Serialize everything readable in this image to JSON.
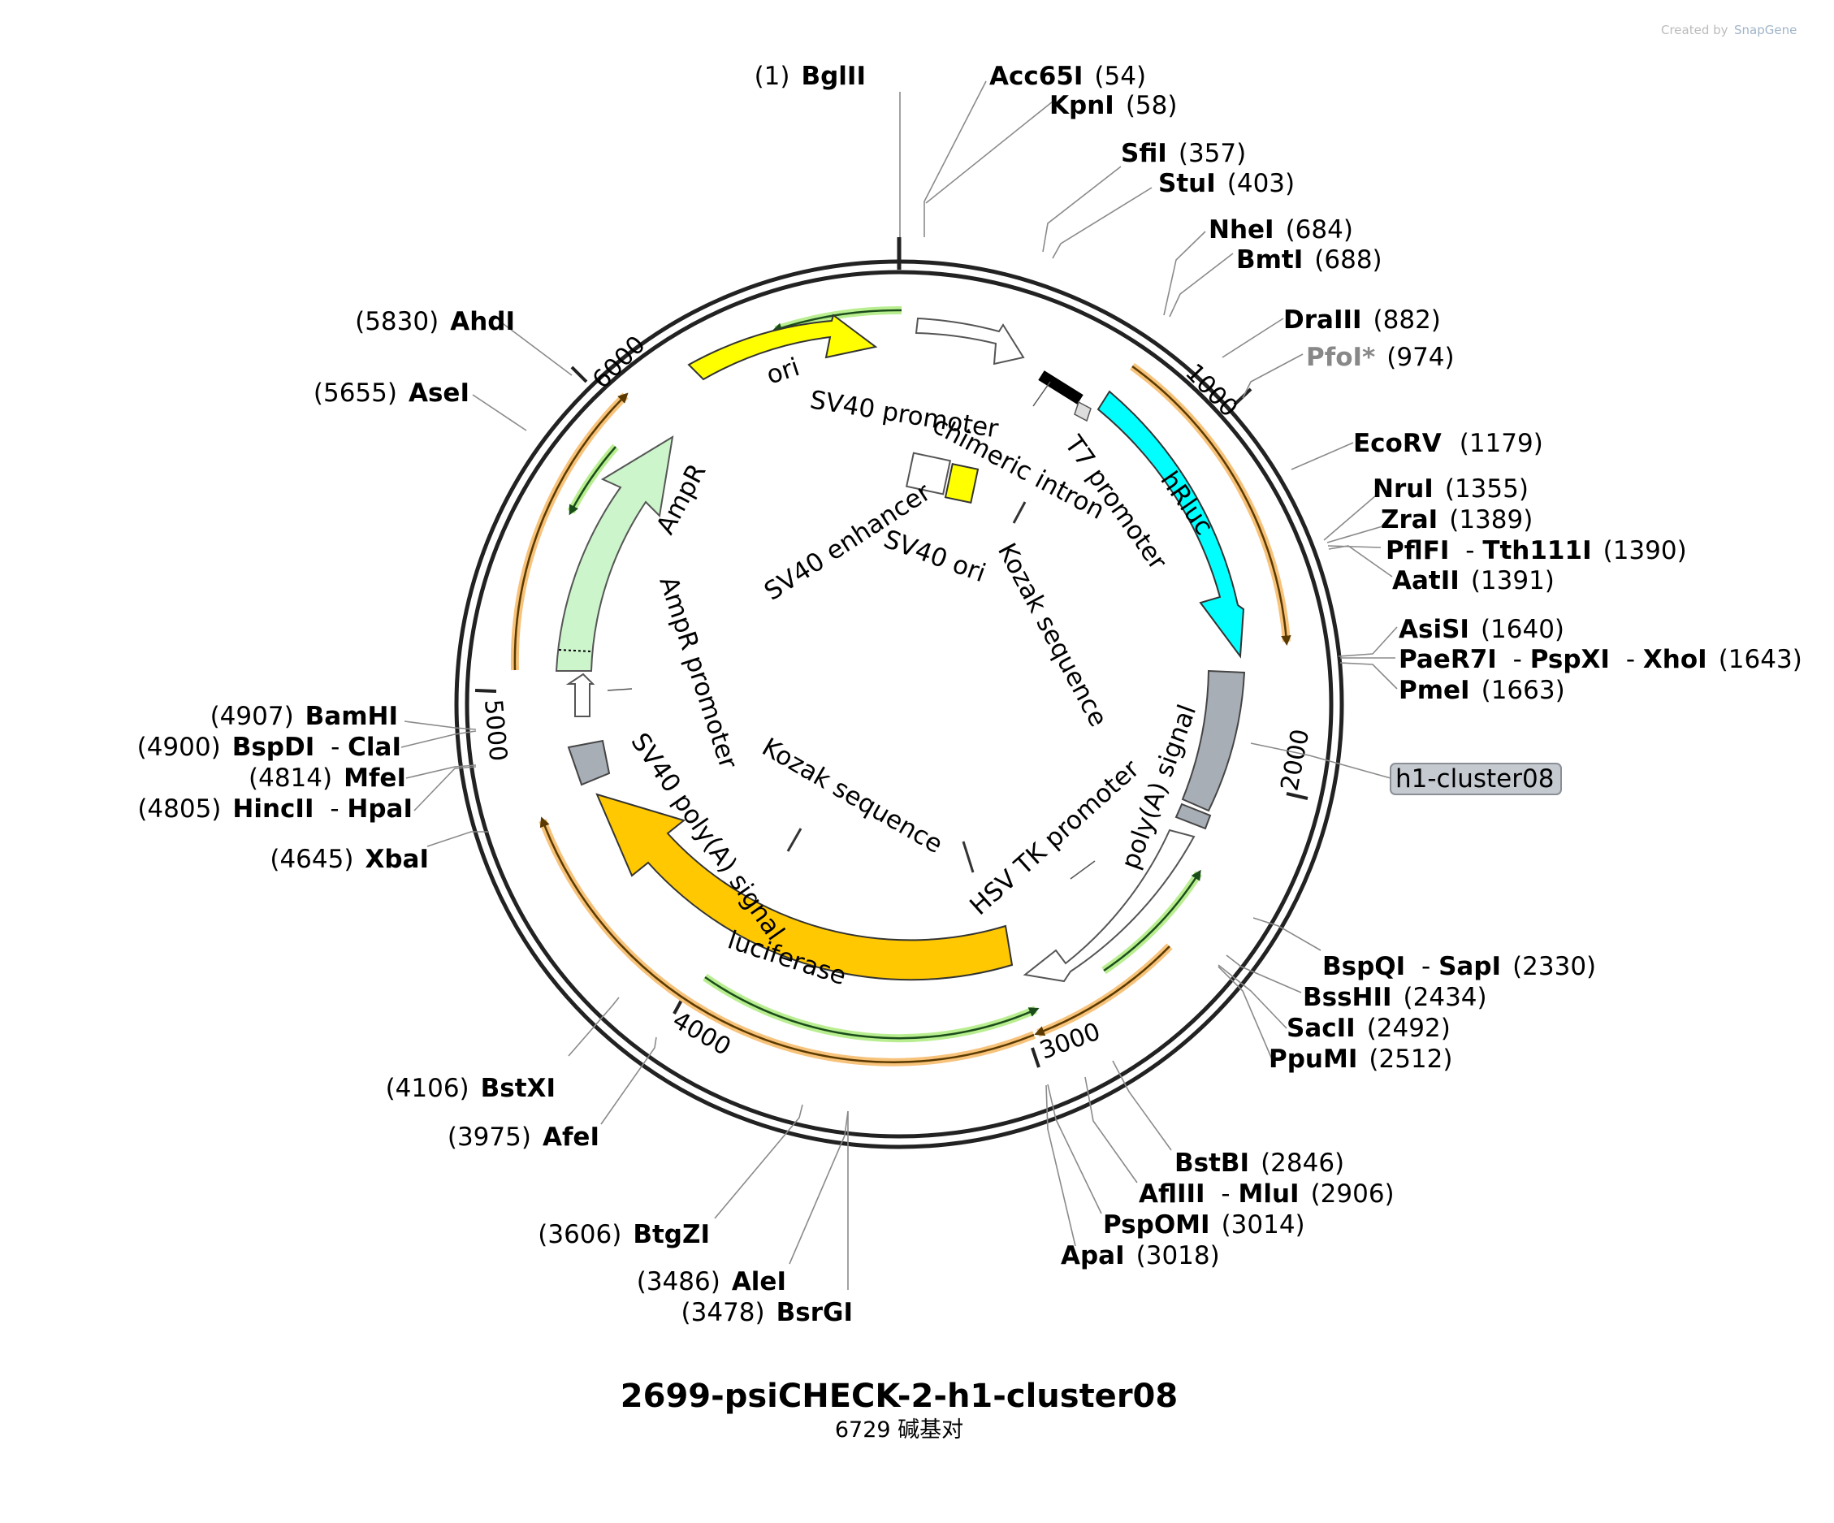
{
  "credit": {
    "created_by": "Created by",
    "brand": "SnapGene"
  },
  "plasmid": {
    "name": "2699-psiCHECK-2-h1-cluster08",
    "length": "6729 碱基对"
  },
  "ticks": [
    "1000",
    "2000",
    "3000",
    "4000",
    "5000",
    "6000"
  ],
  "sites": [
    {
      "name": "BglII",
      "pos": "(1)"
    },
    {
      "name": "Acc65I",
      "pos": "(54)"
    },
    {
      "name": "KpnI",
      "pos": "(58)"
    },
    {
      "name": "SfiI",
      "pos": "(357)"
    },
    {
      "name": "StuI",
      "pos": "(403)"
    },
    {
      "name": "NheI",
      "pos": "(684)"
    },
    {
      "name": "BmtI",
      "pos": "(688)"
    },
    {
      "name": "DraIII",
      "pos": "(882)"
    },
    {
      "name": "PfoI*",
      "pos": "(974)"
    },
    {
      "name": "EcoRV",
      "pos": "(1179)"
    },
    {
      "name": "NruI",
      "pos": "(1355)"
    },
    {
      "name": "ZraI",
      "pos": "(1389)"
    },
    {
      "name": "PflFI",
      "name2": "Tth111I",
      "pos": "(1390)"
    },
    {
      "name": "AatII",
      "pos": "(1391)"
    },
    {
      "name": "AsiSI",
      "pos": "(1640)"
    },
    {
      "name": "PaeR7I",
      "name2": "PspXI",
      "name3": "XhoI",
      "pos": "(1643)"
    },
    {
      "name": "PmeI",
      "pos": "(1663)"
    },
    {
      "name": "BspQI",
      "name2": "SapI",
      "pos": "(2330)"
    },
    {
      "name": "BssHII",
      "pos": "(2434)"
    },
    {
      "name": "SacII",
      "pos": "(2492)"
    },
    {
      "name": "PpuMI",
      "pos": "(2512)"
    },
    {
      "name": "BstBI",
      "pos": "(2846)"
    },
    {
      "name": "AflIII",
      "name2": "MluI",
      "pos": "(2906)"
    },
    {
      "name": "PspOMI",
      "pos": "(3014)"
    },
    {
      "name": "ApaI",
      "pos": "(3018)"
    },
    {
      "name": "BsrGI",
      "pos": "(3478)"
    },
    {
      "name": "AleI",
      "pos": "(3486)"
    },
    {
      "name": "BtgZI",
      "pos": "(3606)"
    },
    {
      "name": "AfeI",
      "pos": "(3975)"
    },
    {
      "name": "BstXI",
      "pos": "(4106)"
    },
    {
      "name": "XbaI",
      "pos": "(4645)"
    },
    {
      "name": "HincII",
      "name2": "HpaI",
      "pos": "(4805)"
    },
    {
      "name": "MfeI",
      "pos": "(4814)"
    },
    {
      "name": "BspDI",
      "name2": "ClaI",
      "pos": "(4900)"
    },
    {
      "name": "BamHI",
      "pos": "(4907)"
    },
    {
      "name": "AseI",
      "pos": "(5655)"
    },
    {
      "name": "AhdI",
      "pos": "(5830)"
    }
  ],
  "insert_label": "h1-cluster08",
  "features": {
    "ori": "ori",
    "sv40_promoter": "SV40 promoter",
    "chimeric_intron": "chimeric intron",
    "t7_promoter": "T7 promoter",
    "hrluc": "hRluc",
    "sv40_enhancer": "SV40 enhancer",
    "sv40_ori": "SV40 ori",
    "kozak1": "Kozak sequence",
    "kozak2": "Kozak sequence",
    "polya": "poly(A) signal",
    "hsv_tk": "HSV TK promoter",
    "luciferase": "luciferase",
    "sv40_polya": "SV40 poly(A) signal",
    "ampr_promoter": "AmpR promoter",
    "ampr": "AmpR"
  },
  "colors": {
    "ori": "#ffff00",
    "hrluc": "#00ffff",
    "luciferase": "#ffc800",
    "ampr": "#ccf5cc",
    "gray_feature": "#a8aeb5",
    "primer_orange": "#f5a623",
    "primer_green": "#7ed321"
  }
}
